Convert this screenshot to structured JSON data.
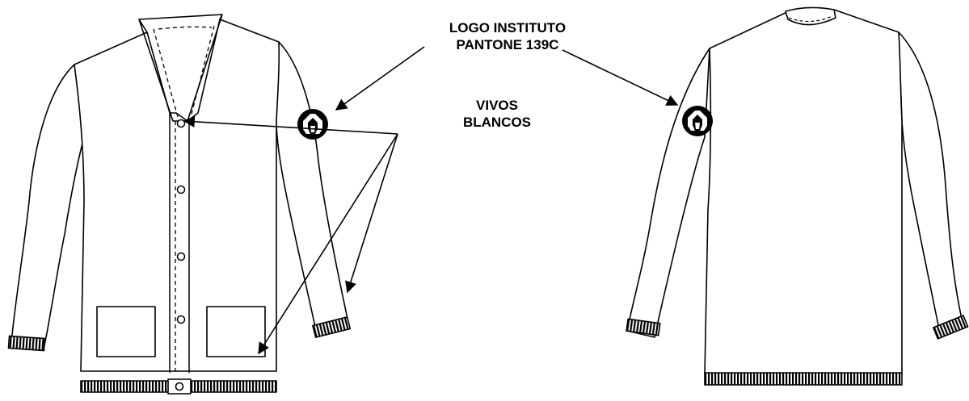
{
  "annotations": {
    "logo_line1": "LOGO INSTITUTO",
    "logo_line2": "PANTONE 139C",
    "vivos_line1": "VIVOS",
    "vivos_line2": "BLANCOS"
  },
  "colors": {
    "ink": "#000000",
    "paper": "#ffffff"
  },
  "icons": {
    "logo": "institute-logo-icon"
  }
}
